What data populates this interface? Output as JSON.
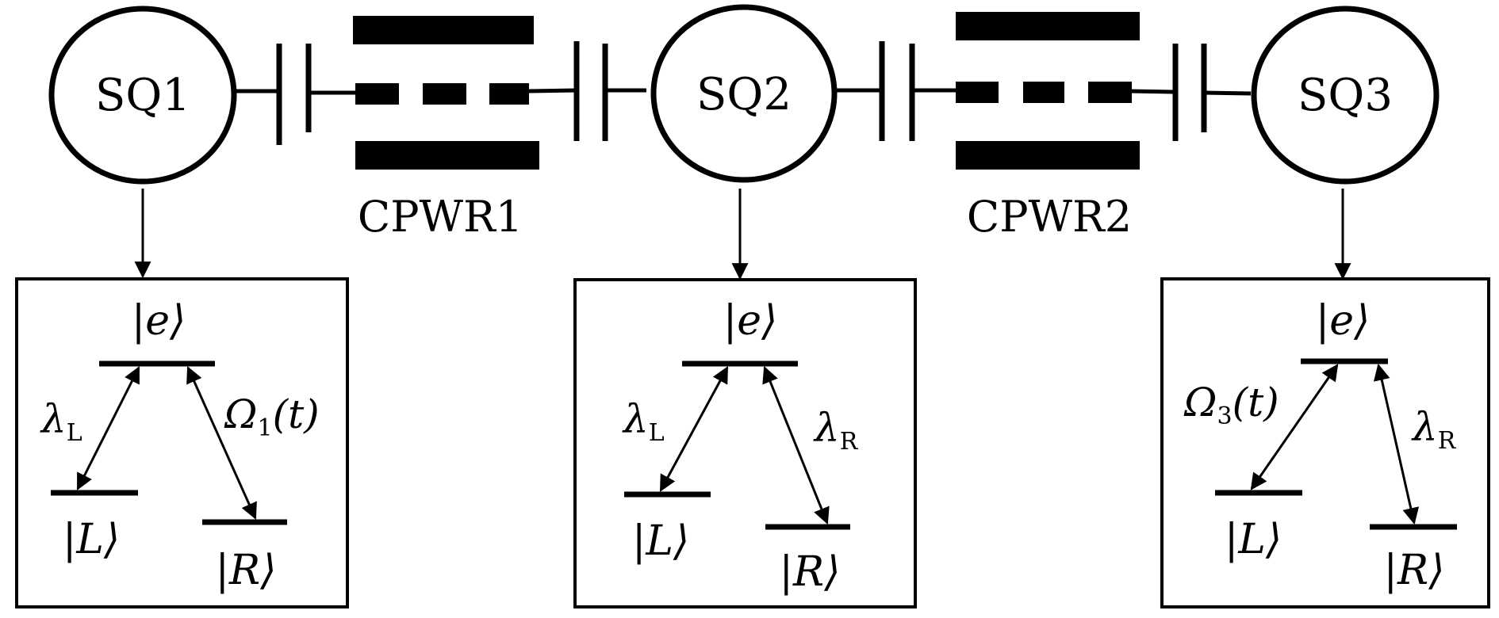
{
  "qubits": [
    {
      "label": "SQ1"
    },
    {
      "label": "SQ2"
    },
    {
      "label": "SQ3"
    }
  ],
  "resonators": [
    {
      "label": "CPWR1"
    },
    {
      "label": "CPWR2"
    }
  ],
  "level_diagrams": [
    {
      "excited": "|e⟩",
      "left": "|L⟩",
      "right": "|R⟩",
      "left_coupling": {
        "symbol": "λ",
        "sub": "L"
      },
      "right_coupling": {
        "symbol": "Ω",
        "sub": "1",
        "suffix": "(t)"
      }
    },
    {
      "excited": "|e⟩",
      "left": "|L⟩",
      "right": "|R⟩",
      "left_coupling": {
        "symbol": "λ",
        "sub": "L"
      },
      "right_coupling": {
        "symbol": "λ",
        "sub": "R"
      }
    },
    {
      "excited": "|e⟩",
      "left": "|L⟩",
      "right": "|R⟩",
      "left_coupling": {
        "symbol": "Ω",
        "sub": "3",
        "suffix": "(t)"
      },
      "right_coupling": {
        "symbol": "λ",
        "sub": "R"
      }
    }
  ]
}
